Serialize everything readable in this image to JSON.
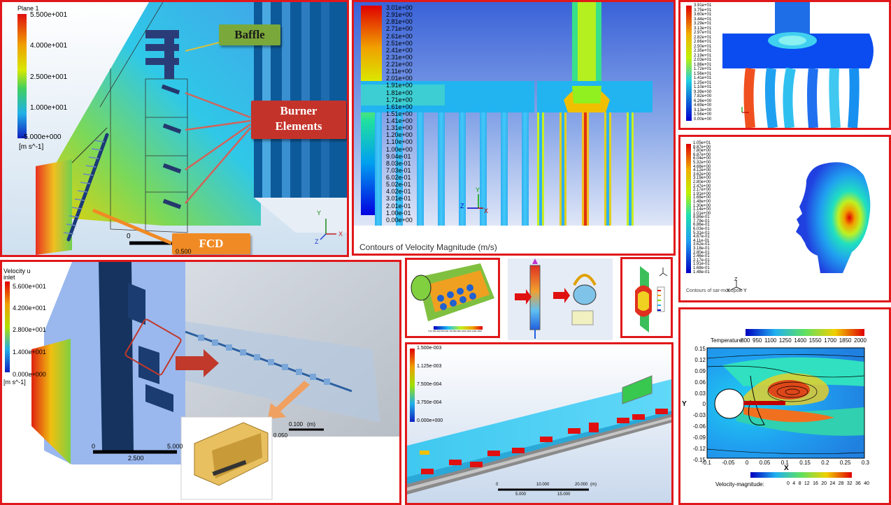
{
  "colors": {
    "frame_border": "#e0181b",
    "callout_green": "#7aa83a",
    "callout_red": "#c4332a",
    "callout_orange": "#f08a24",
    "fluent_bg_top": "#3a62d8",
    "fluent_bg_bottom": "#dfe6f7"
  },
  "panel1": {
    "legend_title": "Plane 1",
    "legend_ticks": [
      "5.500e+001",
      "4.000e+001",
      "2.500e+001",
      "1.000e+001",
      "-5.000e+000"
    ],
    "legend_unit": "[m s^-1]",
    "callout_baffle": "Baffle",
    "callout_burner_line1": "Burner",
    "callout_burner_line2": "Elements",
    "callout_fcd": "FCD",
    "scale_zero": "0",
    "scale_end": "0.500",
    "axis_y": "Y",
    "axis_x": "X",
    "axis_z": "Z"
  },
  "panel2": {
    "legend_ticks": [
      "3.01e+00",
      "2.91e+00",
      "2.81e+00",
      "2.71e+00",
      "2.61e+00",
      "2.51e+00",
      "2.41e+00",
      "2.31e+00",
      "2.21e+00",
      "2.11e+00",
      "2.01e+00",
      "1.91e+00",
      "1.81e+00",
      "1.71e+00",
      "1.61e+00",
      "1.51e+00",
      "1.41e+00",
      "1.31e+00",
      "1.20e+00",
      "1.10e+00",
      "1.00e+00",
      "9.04e-01",
      "8.03e-01",
      "7.03e-01",
      "6.02e-01",
      "5.02e-01",
      "4.02e-01",
      "3.01e-01",
      "2.01e-01",
      "1.00e-01",
      "0.00e+00"
    ],
    "caption": "Contours of Velocity Magnitude (m/s)",
    "axis_y": "Y",
    "axis_z": "Z",
    "axis_x": "X"
  },
  "panel3": {
    "legend_ticks": [
      "3.91e+01",
      "3.75e+01",
      "3.60e+01",
      "3.44e+01",
      "3.29e+01",
      "3.13e+01",
      "2.97e+01",
      "2.82e+01",
      "2.66e+01",
      "2.50e+01",
      "2.35e+01",
      "2.19e+01",
      "2.03e+01",
      "1.88e+01",
      "1.72e+01",
      "1.56e+01",
      "1.41e+01",
      "1.25e+01",
      "1.10e+01",
      "9.39e+00",
      "7.82e+00",
      "6.26e+00",
      "4.69e+00",
      "3.13e+00",
      "1.56e+00",
      "0.00e+00"
    ]
  },
  "panel4": {
    "legend_ticks": [
      "1.05e+01",
      "8.87e+00",
      "7.80e+00",
      "6.87e+00",
      "6.04e+00",
      "5.32e+00",
      "4.68e+00",
      "4.12e+00",
      "3.62e+00",
      "3.19e+00",
      "2.80e+00",
      "2.47e+00",
      "2.17e+00",
      "1.91e+00",
      "1.68e+00",
      "1.48e+00",
      "1.30e+00",
      "1.14e+00",
      "1.01e+00",
      "8.86e-01",
      "7.79e-01",
      "6.86e-01",
      "6.03e-01",
      "5.31e-01",
      "4.67e-01",
      "4.11e-01",
      "3.62e-01",
      "3.18e-01",
      "2.80e-01",
      "2.46e-01",
      "2.17e-01",
      "1.91e-01",
      "1.68e-01",
      "1.48e-01"
    ],
    "caption": "Contours of sar-monopole",
    "axis_z": "Z",
    "axis_x": "X",
    "axis_y": "Y"
  },
  "panel5": {
    "legend_title_line1": "Velocity u",
    "legend_title_line2": "inlet",
    "legend_ticks": [
      "5.600e+001",
      "4.200e+001",
      "2.800e+001",
      "1.400e+001",
      "0.000e+000"
    ],
    "legend_unit": "[m s^-1]",
    "scale_zero": "0",
    "scale_mid": "2.500",
    "scale_end": "5.000",
    "scale2_end": "0.100",
    "scale2_unit": "(m)",
    "scale2_mid": "0.050"
  },
  "panel6": {
    "legend_ticks": [
      "1.500e-003",
      "1.125e-003",
      "7.500e-004",
      "3.750e-004",
      "0.000e+000"
    ],
    "scale_zero": "0",
    "scale_mid1": "5.000",
    "scale_mid2": "10.000",
    "scale_mid3": "15.000",
    "scale_end": "20.000",
    "scale_unit": "(m)"
  },
  "panel7": {
    "temp_label": "Temperature:",
    "temp_ticks": [
      "800",
      "950",
      "1100",
      "1250",
      "1400",
      "1550",
      "1700",
      "1850",
      "2000"
    ],
    "y_ticks": [
      "0.15",
      "0.12",
      "0.09",
      "0.06",
      "0.03",
      "0",
      "-0.03",
      "-0.06",
      "-0.09",
      "-0.12",
      "-0.15"
    ],
    "x_ticks": [
      "-0.1",
      "-0.05",
      "0",
      "0.05",
      "0.1",
      "0.15",
      "0.2",
      "0.25",
      "0.3"
    ],
    "x_label": "X",
    "y_label": "Y",
    "vel_label": "Velocity-magnitude:",
    "vel_ticks": [
      "0",
      "4",
      "8",
      "12",
      "16",
      "20",
      "24",
      "28",
      "32",
      "36",
      "40"
    ]
  },
  "panel8": {
    "legend_ticks": [
      "T(K)",
      "300",
      "400",
      "500",
      "600",
      "700",
      "800",
      "900",
      "1000",
      "1100",
      "1200",
      "1300"
    ]
  }
}
